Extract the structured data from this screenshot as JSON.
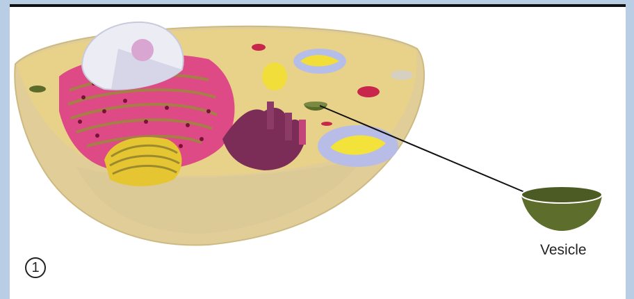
{
  "labels": {
    "vesicle": "Vesicle",
    "step_number": "1"
  },
  "colors": {
    "frame": "#b9cde4",
    "cytoplasm": "#e6cf8a",
    "membrane_cut": "#d9c896",
    "nucleus": "#e8e8f2",
    "nucleolus": "#d8a4d0",
    "rough_er": "#e0457e",
    "golgi": "#7b2f5a",
    "mitochondria_outer": "#b8bde8",
    "mitochondria_inner": "#f3e23a",
    "vesicle": "#5a6b2a",
    "lysosome": "#c8264a",
    "pointer_line": "#111111"
  },
  "icons": {
    "step_marker": "circled-number"
  }
}
